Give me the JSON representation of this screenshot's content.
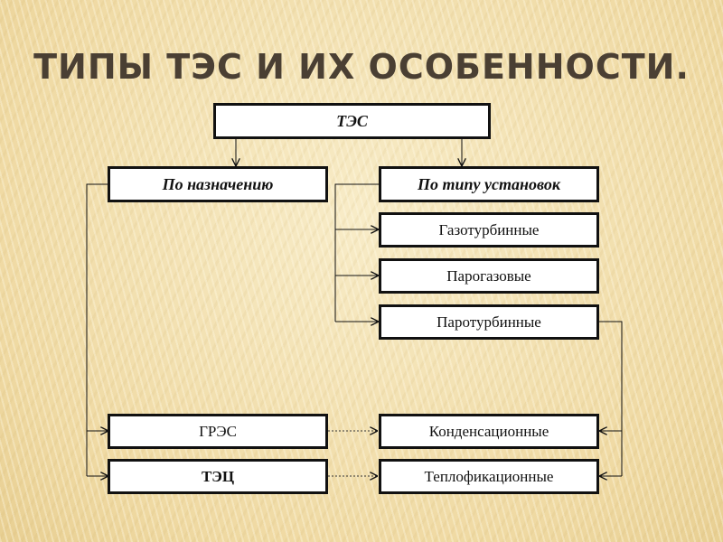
{
  "title": "ТИПЫ ТЭС И ИХ ОСОБЕННОСТИ.",
  "nodes": {
    "root": "ТЭС",
    "by_purpose": "По назначению",
    "by_installation": "По типу установок",
    "gas_turbine": "Газотурбинные",
    "combined_cycle": "Парогазовые",
    "steam_turbine": "Паротурбинные",
    "gres": "ГРЭС",
    "tec": "ТЭЦ",
    "condensing": "Конденсационные",
    "heating": "Теплофикационные"
  },
  "colors": {
    "title": "#4a3f33",
    "box_border": "#111111",
    "box_fill": "#ffffff",
    "background": "#f1dfae"
  }
}
